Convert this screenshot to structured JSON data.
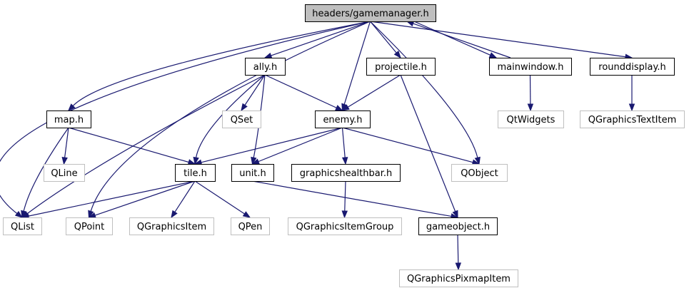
{
  "diagram": {
    "nodes": {
      "gamemanager": "headers/gamemanager.h",
      "ally": "ally.h",
      "projectile": "projectile.h",
      "mainwindow": "mainwindow.h",
      "rounddisplay": "rounddisplay.h",
      "map": "map.h",
      "enemy": "enemy.h",
      "qset": "QSet",
      "qtwidgets": "QtWidgets",
      "qgraphicstextitem": "QGraphicsTextItem",
      "qline": "QLine",
      "tile": "tile.h",
      "unit": "unit.h",
      "graphicshealthbar": "graphicshealthbar.h",
      "qobject": "QObject",
      "qlist": "QList",
      "qpoint": "QPoint",
      "qgraphicsitem": "QGraphicsItem",
      "qpen": "QPen",
      "qgraphicsitemgroup": "QGraphicsItemGroup",
      "gameobject": "gameobject.h",
      "qgraphicspixmapitem": "QGraphicsPixmapItem"
    },
    "edges": [
      [
        "gamemanager",
        "ally"
      ],
      [
        "gamemanager",
        "projectile"
      ],
      [
        "gamemanager",
        "mainwindow"
      ],
      [
        "gamemanager",
        "rounddisplay"
      ],
      [
        "gamemanager",
        "map"
      ],
      [
        "gamemanager",
        "enemy"
      ],
      [
        "gamemanager",
        "qobject"
      ],
      [
        "gamemanager",
        "qlist"
      ],
      [
        "gamemanager",
        "qpoint"
      ],
      [
        "mainwindow",
        "gamemanager"
      ],
      [
        "mainwindow",
        "qtwidgets"
      ],
      [
        "rounddisplay",
        "qgraphicstextitem"
      ],
      [
        "ally",
        "qset"
      ],
      [
        "ally",
        "enemy"
      ],
      [
        "ally",
        "tile"
      ],
      [
        "ally",
        "unit"
      ],
      [
        "ally",
        "qlist"
      ],
      [
        "projectile",
        "enemy"
      ],
      [
        "projectile",
        "gameobject"
      ],
      [
        "map",
        "qline"
      ],
      [
        "map",
        "tile"
      ],
      [
        "map",
        "qlist"
      ],
      [
        "enemy",
        "tile"
      ],
      [
        "enemy",
        "unit"
      ],
      [
        "enemy",
        "graphicshealthbar"
      ],
      [
        "enemy",
        "qobject"
      ],
      [
        "tile",
        "qlist"
      ],
      [
        "tile",
        "qpoint"
      ],
      [
        "tile",
        "qgraphicsitem"
      ],
      [
        "tile",
        "qpen"
      ],
      [
        "unit",
        "gameobject"
      ],
      [
        "graphicshealthbar",
        "qgraphicsitemgroup"
      ],
      [
        "gameobject",
        "qgraphicspixmapitem"
      ]
    ]
  }
}
